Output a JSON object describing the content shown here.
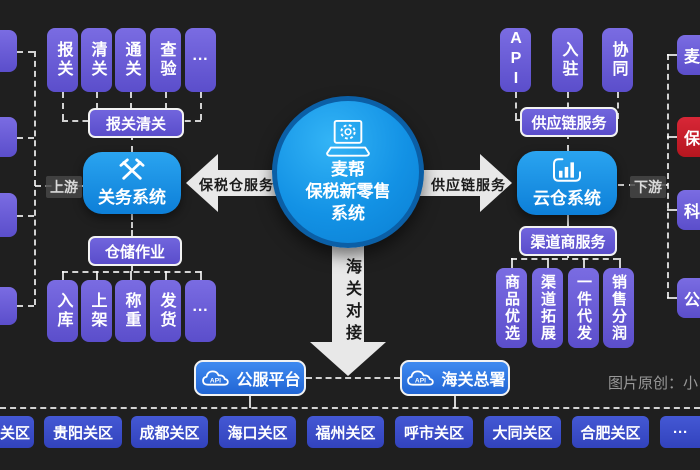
{
  "palette": {
    "background": "#1f1f1f",
    "purple": "#6a5ed4",
    "system_blue": "#1590e4",
    "hub_blue": "#1392e5",
    "hub_ring": "#0b5fa6",
    "gateway_blue": "#2e7ae4",
    "district_blue": "#3b4fc9",
    "alert_red": "#cc2230",
    "arrow_gray": "#e8e8e8",
    "dash_white": "#ffffff",
    "watermark_gray": "#989898"
  },
  "left_panel": {
    "top_boxes": [
      "报关",
      "清关",
      "通关",
      "查验",
      "···"
    ],
    "top_label": "报关清关",
    "system": {
      "name": "关务系统",
      "icon": "crossed-tools-icon"
    },
    "side_label": "上游",
    "bottom_label": "仓储作业",
    "bottom_boxes": [
      "入库",
      "上架",
      "称重",
      "发货",
      "···"
    ]
  },
  "center": {
    "icon": "laptop-gear-icon",
    "title_lines": [
      "麦帮",
      "保税新零售",
      "系统"
    ],
    "left_arrow_label": "保税仓服务",
    "right_arrow_label": "供应链服务",
    "down_arrow_label": "海关对接"
  },
  "right_panel": {
    "top_boxes": [
      "API",
      "入驻",
      "协同"
    ],
    "top_label": "供应链服务",
    "system": {
      "name": "云仓系统",
      "icon": "bar-chart-icon"
    },
    "side_label": "下游",
    "bottom_label": "渠道商服务",
    "bottom_boxes": [
      "商品优选",
      "渠道拓展",
      "一件代发",
      "销售分润"
    ]
  },
  "gateway": {
    "cloud_api_text": "API",
    "left": {
      "label": "公服平台",
      "icon": "cloud-api-icon"
    },
    "right": {
      "label": "海关总署",
      "icon": "cloud-api-icon"
    }
  },
  "bottom_row": [
    "关区",
    "贵阳关区",
    "成都关区",
    "海口关区",
    "福州关区",
    "呼市关区",
    "大同关区",
    "合肥关区",
    "···"
  ],
  "edge_boxes": {
    "right_texts": [
      "麦",
      "保",
      "科",
      "公"
    ]
  },
  "watermark": "图片原创：小"
}
